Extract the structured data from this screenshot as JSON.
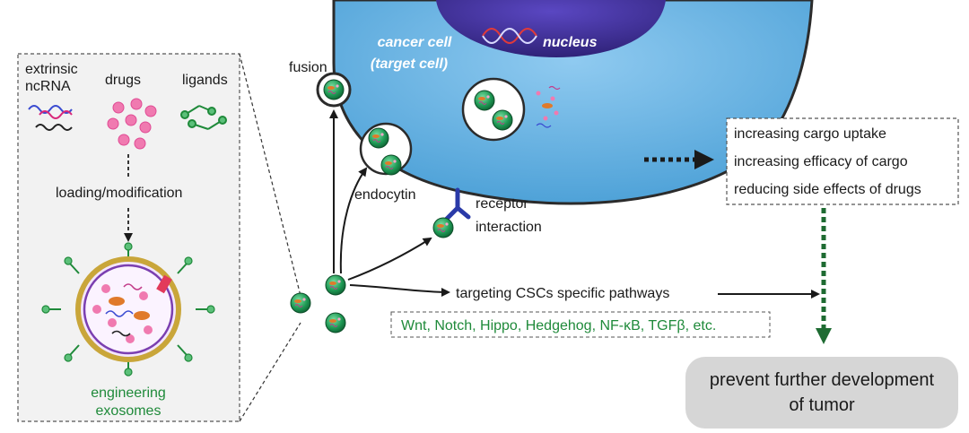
{
  "labels": {
    "extrinsic": "extrinsic",
    "ncrna": "ncRNA",
    "drugs": "drugs",
    "ligands": "ligands",
    "loading": "loading/modification",
    "engineering": "engineering",
    "exosomes": "exosomes",
    "fusion": "fusion",
    "cancer_cell": "cancer cell",
    "target_cell": "(target cell)",
    "nucleus": "nucleus",
    "endocytin": "endocytin",
    "receptor": "receptor",
    "interaction": "interaction",
    "targeting": "targeting CSCs specific pathways",
    "pathways": "Wnt, Notch, Hippo, Hedgehog, NF-κB, TGFβ, etc.",
    "outcome_1": "increasing cargo uptake",
    "outcome_2": "increasing efficacy of cargo",
    "outcome_3": "reducing side effects of drugs",
    "prevent_1": "prevent further development",
    "prevent_2": "of tumor"
  },
  "colors": {
    "cell_fill": "#6fb8e6",
    "cell_border": "#2b2b2b",
    "nucleus_fill": "#3f2f9a",
    "exosome_fill": "#1f9a55",
    "receptor": "#2a3aa8",
    "green_text": "#1f8a3a",
    "dotted_arrow": "#1e6b32",
    "prevent_box": "#d6d6d6"
  }
}
